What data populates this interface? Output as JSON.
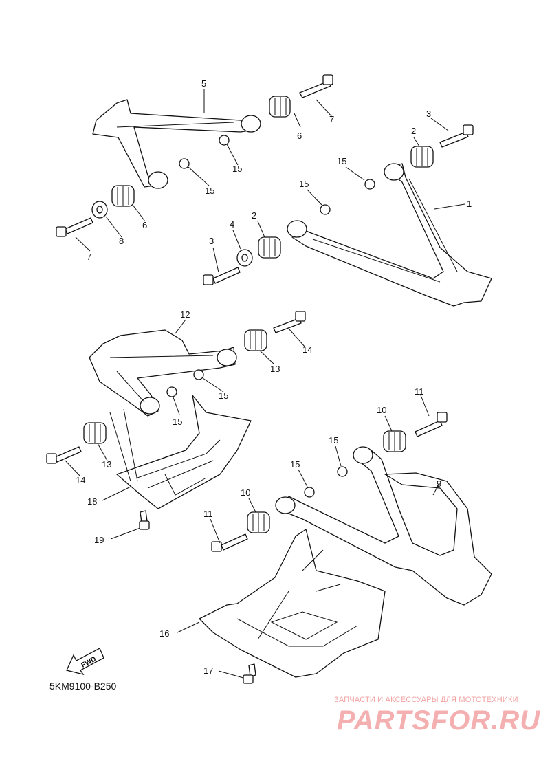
{
  "diagram_code": "5KM9100-B250",
  "fwd_label": "FWD",
  "watermark": {
    "tagline": "ЗАПЧАСТИ И АКСЕССУАРЫ ДЛЯ МОТОТЕХНИКИ",
    "logo": "PARTSFOR.RU"
  },
  "callouts": {
    "c1": "1",
    "c2a": "2",
    "c2b": "2",
    "c3a": "3",
    "c3b": "3",
    "c4": "4",
    "c5": "5",
    "c6a": "6",
    "c6b": "6",
    "c7a": "7",
    "c7b": "7",
    "c8": "8",
    "c9": "9",
    "c10a": "10",
    "c10b": "10",
    "c11a": "11",
    "c11b": "11",
    "c12": "12",
    "c13a": "13",
    "c13b": "13",
    "c14a": "14",
    "c14b": "14",
    "c15a": "15",
    "c15b": "15",
    "c15c": "15",
    "c15d": "15",
    "c15e": "15",
    "c15f": "15",
    "c15g": "15",
    "c15h": "15",
    "c16": "16",
    "c17": "17",
    "c18": "18",
    "c19": "19"
  }
}
